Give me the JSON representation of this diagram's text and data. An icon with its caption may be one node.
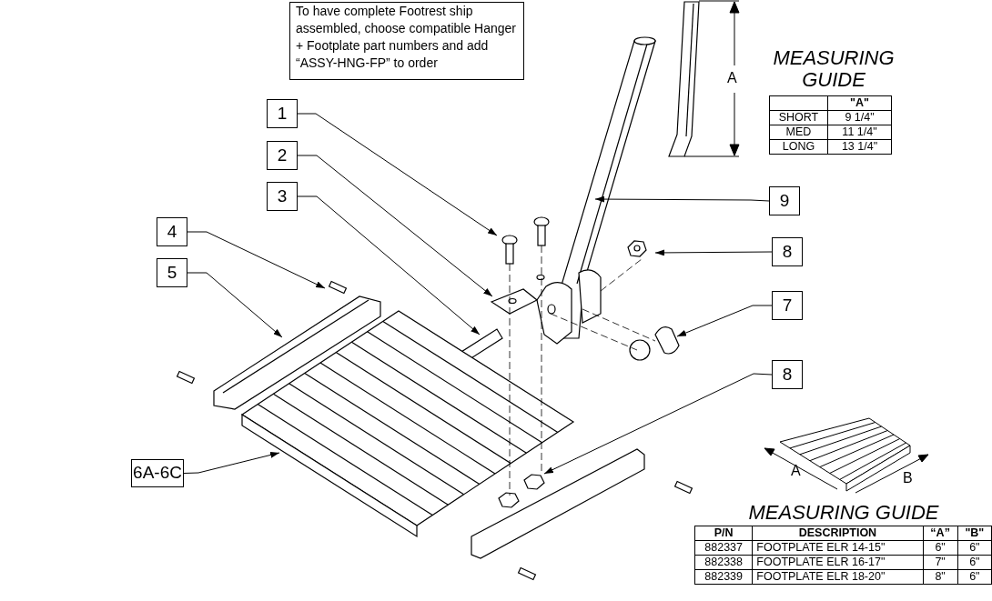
{
  "diagram": {
    "nodes": [
      {
        "text": [
          "To have complete Footrest ship assembled, choose compatible Hanger + Footplate part numbers and add “ASSY-HNG-FP” to order"
        ]
      },
      {
        "text": [
          "1"
        ]
      },
      {
        "text": [
          "2"
        ]
      },
      {
        "text": [
          "3"
        ]
      },
      {
        "text": [
          "9"
        ]
      },
      {
        "text": [
          "4"
        ]
      },
      {
        "text": [
          "8"
        ]
      },
      {
        "text": [
          "5"
        ]
      },
      {
        "text": [
          "7"
        ]
      },
      {
        "text": [
          "8"
        ]
      },
      {
        "text": [
          "6A-6C"
        ]
      }
    ],
    "edges": [
      {
        "from": 1,
        "to": null,
        "arrow": "to"
      },
      {
        "from": 2,
        "to": null,
        "arrow": "to"
      },
      {
        "from": 3,
        "to": null,
        "arrow": "to"
      },
      {
        "from": 4,
        "to": null,
        "arrow": "to"
      },
      {
        "from": 5,
        "to": null,
        "arrow": "to"
      },
      {
        "from": 6,
        "to": null,
        "arrow": "to"
      },
      {
        "from": 7,
        "to": null,
        "arrow": "to"
      },
      {
        "from": 8,
        "to": null,
        "arrow": "to"
      },
      {
        "from": 9,
        "to": null,
        "arrow": "to"
      },
      {
        "from": 10,
        "to": null,
        "arrow": "to"
      }
    ],
    "labels": [
      "A",
      "MEASURING GUIDE",
      "\"A\"",
      "SHORT",
      "9 1/4\"",
      "MED",
      "11 1/4\"",
      "LONG",
      "13 1/4\"",
      "A",
      "B",
      "MEASURING GUIDE",
      "P/N",
      "DESCRIPTION",
      "“A”",
      "\"B\"",
      "882337",
      "FOOTPLATE ELR 14-15\"",
      "6\"",
      "6\"",
      "882338",
      "FOOTPLATE ELR 16-17\"",
      "7\"",
      "6\"",
      "882339",
      "FOOTPLATE ELR 18-20\"",
      "8\"",
      "6\""
    ]
  }
}
